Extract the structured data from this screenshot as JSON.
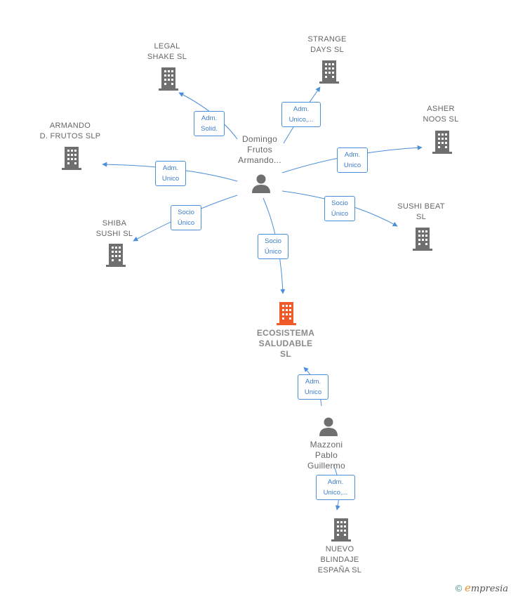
{
  "colors": {
    "company": "#6f6f6f",
    "company_main": "#f05a28",
    "person": "#6f6f6f",
    "edge": "#4a8fd8"
  },
  "companies": {
    "legal_shake": "LEGAL\nSHAKE  SL",
    "strange_days": "STRANGE\nDAYS  SL",
    "asher_noos": "ASHER\nNOOS  SL",
    "armando_frutos": "ARMANDO\nD.  FRUTOS  SLP",
    "sushi_beat": "SUSHI BEAT\nSL",
    "shiba_sushi": "SHIBA\nSUSHI  SL",
    "ecosistema": "ECOSISTEMA\nSALUDABLE\nSL",
    "nuevo_blindaje": "NUEVO\nBLINDAJE\nESPAÑA  SL"
  },
  "persons": {
    "domingo": "Domingo\nFrutos\nArmando...",
    "mazzoni": "Mazzoni\nPablo\nGuillermo"
  },
  "edges": {
    "legal_shake": "Adm.\nSolid.",
    "strange_days": "Adm.\nUnico,...",
    "asher_noos": "Adm.\nUnico",
    "armando_frutos": "Adm.\nUnico",
    "sushi_beat": "Socio\nÚnico",
    "shiba_sushi": "Socio\nÚnico",
    "ecosistema_domingo": "Socio\nÚnico",
    "ecosistema_mazzoni": "Adm.\nUnico",
    "nuevo_blindaje": "Adm.\nUnico,..."
  },
  "footer": {
    "copyright": "©",
    "brand_initial": "e",
    "brand_rest": "mpresia"
  }
}
